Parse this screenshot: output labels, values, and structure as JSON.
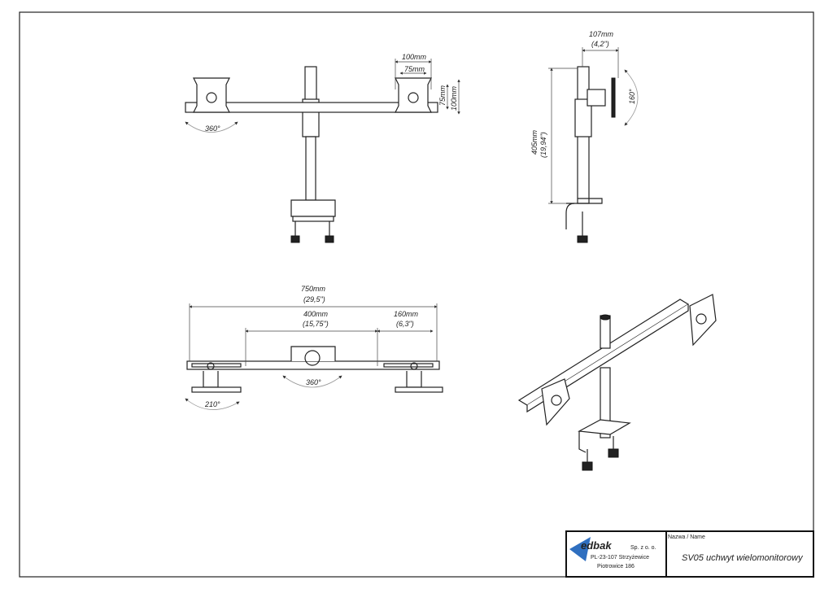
{
  "front_view": {
    "vesa_outer": "100mm",
    "vesa_inner": "75mm",
    "vesa_inner_v": "75mm",
    "vesa_outer_v": "100mm",
    "rotation": "360°"
  },
  "side_view": {
    "depth_mm": "107mm",
    "depth_in": "(4,2\")",
    "height_mm": "405mm",
    "height_in": "(19,94\")",
    "tilt": "160°"
  },
  "top_view": {
    "total_mm": "750mm",
    "total_in": "(29,5\")",
    "middle_mm": "400mm",
    "middle_in": "(15,75\")",
    "slide_mm": "160mm",
    "slide_in": "(6,3\")",
    "center_rotation": "360°",
    "arm_rotation": "210°"
  },
  "title_block": {
    "logo_text": "edbak",
    "company_suffix": "Sp. z o. o.",
    "address_line1": "PL-23-107 Strzyżewice",
    "address_line2": "Piotrowice 186",
    "name_label": "Nazwa / Name",
    "product_name": "SV05 uchwyt wielomonitorowy"
  }
}
